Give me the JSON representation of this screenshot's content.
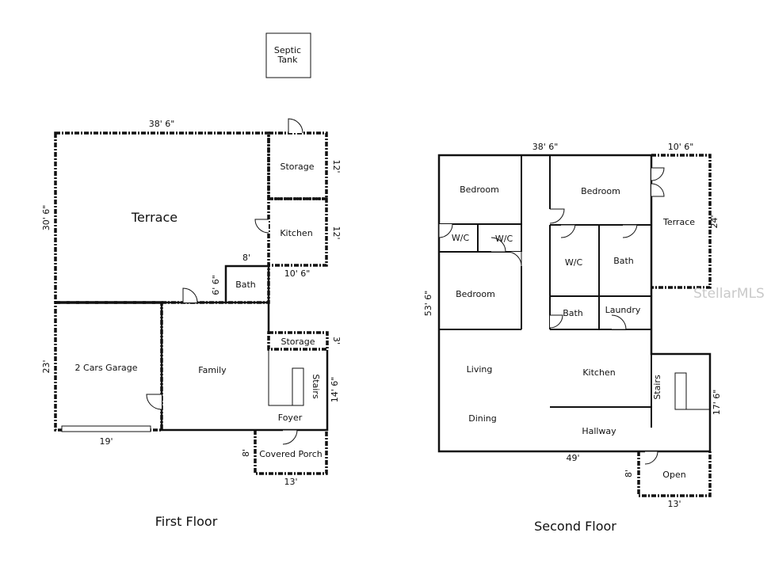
{
  "septic": {
    "line1": "Septic",
    "line2": "Tank"
  },
  "first_floor": {
    "caption": "First Floor",
    "rooms": {
      "terrace": "Terrace",
      "storage_top": "Storage",
      "kitchen": "Kitchen",
      "bath": "Bath",
      "garage": "2 Cars Garage",
      "family": "Family",
      "storage_small": "Storage",
      "stairs": "Stairs",
      "foyer": "Foyer",
      "covered_porch": "Covered Porch"
    },
    "dims": {
      "top_width": "38' 6\"",
      "left_height": "30' 6\"",
      "storage_h": "12'",
      "kitchen_h": "12'",
      "bath_w": "8'",
      "bath_h": "6' 6\"",
      "kitchen_w": "10' 6\"",
      "storage_small_h": "3'",
      "garage_h": "23'",
      "stairs_h": "14' 6\"",
      "garage_w": "19'",
      "porch_h": "8'",
      "porch_w": "13'"
    }
  },
  "second_floor": {
    "caption": "Second Floor",
    "rooms": {
      "bedroom_1": "Bedroom",
      "bedroom_2": "Bedroom",
      "terrace": "Terrace",
      "wc_1": "W/C",
      "wc_2": "W/C",
      "wc_3": "W/C",
      "bath_1": "Bath",
      "bedroom_3": "Bedroom",
      "bath_2": "Bath",
      "laundry": "Laundry",
      "living": "Living",
      "kitchen": "Kitchen",
      "stairs": "Stairs",
      "dining": "Dining",
      "hallway": "Hallway",
      "open": "Open"
    },
    "dims": {
      "top_width": "38' 6\"",
      "terrace_w": "10' 6\"",
      "terrace_h": "24'",
      "left_height": "53' 6\"",
      "stairs_h": "17' 6\"",
      "bottom_width": "49'",
      "open_h": "8'",
      "open_w": "13'"
    }
  },
  "watermark": "StellarMLS"
}
